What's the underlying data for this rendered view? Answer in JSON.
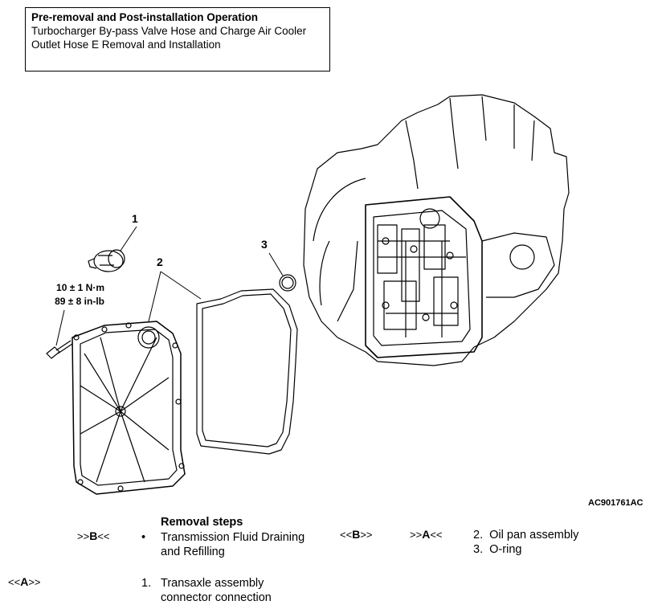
{
  "header": {
    "title": "Pre-removal and Post-installation Operation",
    "line1": "Turbocharger By-pass Valve Hose and Charge Air Cooler",
    "line2": "Outlet Hose E Removal and Installation"
  },
  "callouts": {
    "c1": "1",
    "c2": "2",
    "c3": "3"
  },
  "torque": {
    "nm": "10 ± 1 N·m",
    "inlb": "89 ± 8 in-lb"
  },
  "figure_code": "AC901761AC",
  "removal": {
    "heading": "Removal steps",
    "bullet": "•",
    "bullet_text_1": "Transmission Fluid Draining",
    "bullet_text_2": "and Refilling",
    "bullet_ref": {
      "pre": ">>",
      "letter": "B",
      "post": "<<"
    },
    "step1_num": "1.",
    "step1_line1": "Transaxle assembly",
    "step1_line2": "connector connection",
    "step1_ref": {
      "pre": "<<",
      "letter": "A",
      "post": ">>"
    },
    "step2_num": "2.",
    "step2_text": "Oil pan assembly",
    "step3_num": "3.",
    "step3_text": "O-ring",
    "step2_ref_left": {
      "pre": "<<",
      "letter": "B",
      "post": ">>"
    },
    "step2_ref_right": {
      "pre": ">>",
      "letter": "A",
      "post": "<<"
    }
  }
}
